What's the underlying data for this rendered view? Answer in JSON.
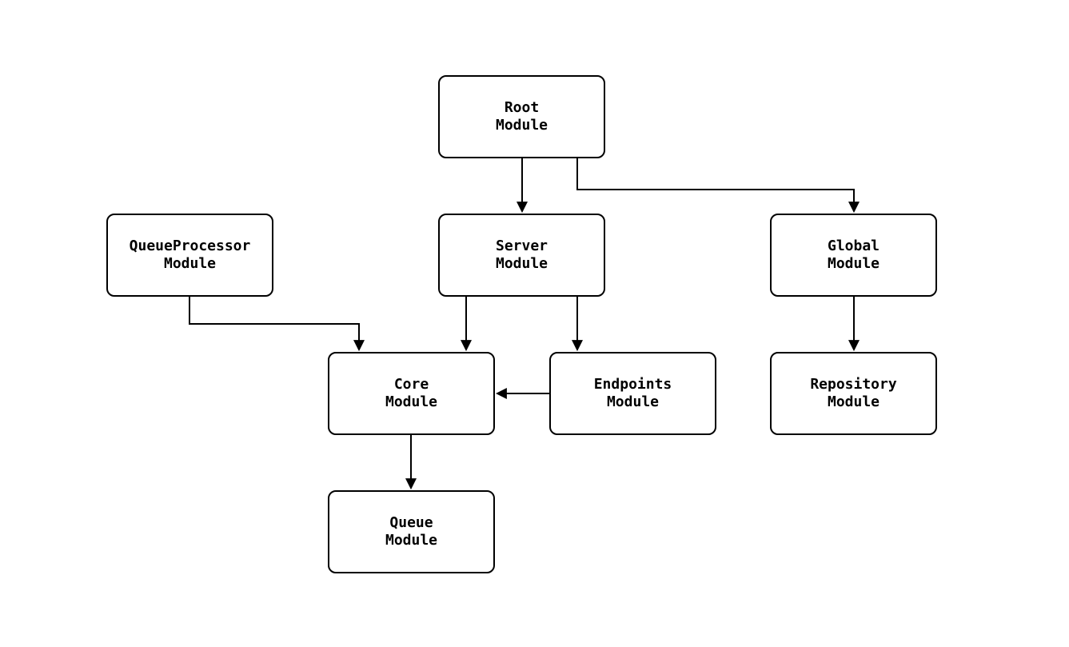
{
  "diagram": {
    "type": "flowchart",
    "background_color": "#ffffff",
    "node_border_color": "#000000",
    "node_fill_color": "#ffffff",
    "edge_color": "#000000",
    "text_color": "#000000",
    "nodes": {
      "root": {
        "label": "Root\nModule"
      },
      "queueprocessor": {
        "label": "QueueProcessor\nModule"
      },
      "server": {
        "label": "Server\nModule"
      },
      "global": {
        "label": "Global\nModule"
      },
      "core": {
        "label": "Core\nModule"
      },
      "endpoints": {
        "label": "Endpoints\nModule"
      },
      "repository": {
        "label": "Repository\nModule"
      },
      "queue": {
        "label": "Queue\nModule"
      }
    },
    "edges": [
      {
        "from": "Root Module",
        "to": "Server Module"
      },
      {
        "from": "Root Module",
        "to": "Global Module"
      },
      {
        "from": "QueueProcessor Module",
        "to": "Core Module"
      },
      {
        "from": "Server Module",
        "to": "Core Module"
      },
      {
        "from": "Server Module",
        "to": "Endpoints Module"
      },
      {
        "from": "Endpoints Module",
        "to": "Core Module"
      },
      {
        "from": "Global Module",
        "to": "Repository Module"
      },
      {
        "from": "Core Module",
        "to": "Queue Module"
      }
    ]
  }
}
